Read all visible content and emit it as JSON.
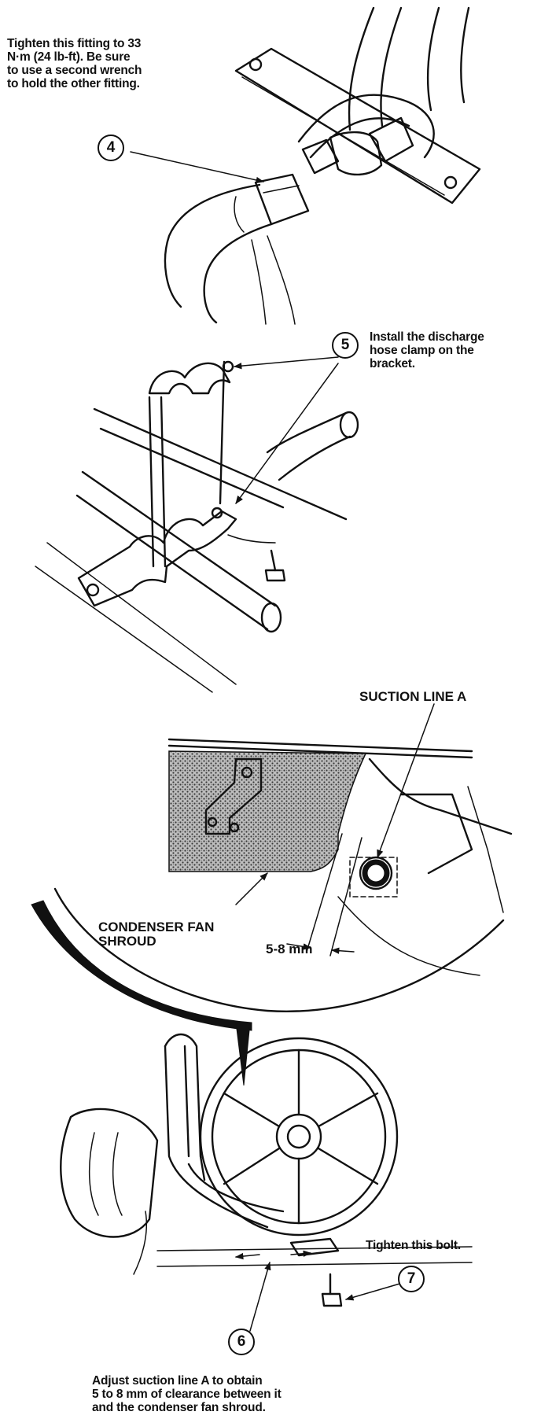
{
  "step4": {
    "number": "4",
    "note_lines": [
      "Tighten this fitting to 33",
      "N·m (24 lb-ft). Be sure",
      "to use a second wrench",
      "to hold the other fitting."
    ]
  },
  "step5": {
    "number": "5",
    "note_lines": [
      "Install the discharge",
      "hose clamp on the",
      "bracket."
    ]
  },
  "detail": {
    "suction_label": "SUCTION LINE A",
    "shroud_label_lines": [
      "CONDENSER FAN",
      "SHROUD"
    ],
    "clearance_label": "5-8 mm"
  },
  "step7": {
    "number": "7",
    "note": "Tighten this bolt."
  },
  "step6": {
    "number": "6",
    "note_lines": [
      "Adjust suction line A to obtain",
      "5 to 8 mm of clearance between it",
      "and the condenser fan shroud."
    ]
  }
}
